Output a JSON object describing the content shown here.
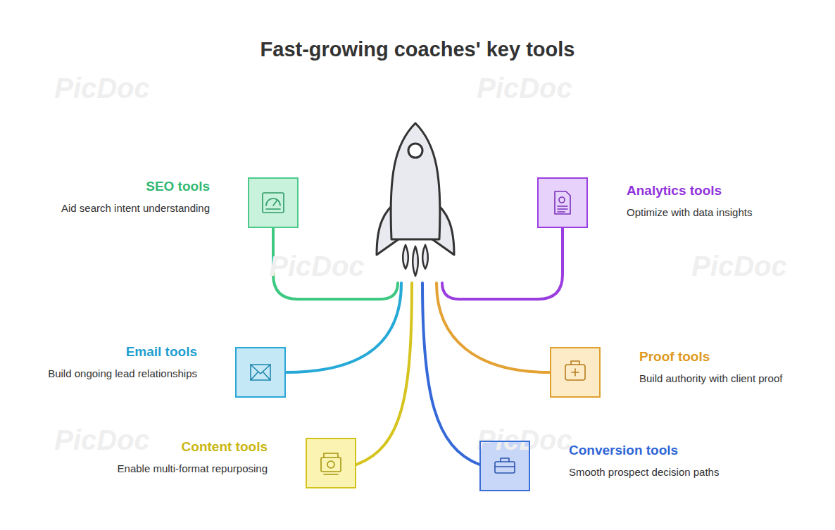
{
  "diagram": {
    "title": "Fast-growing coaches' key tools",
    "nodes": [
      {
        "text": [
          "SEO tools",
          "Aid search intent understanding"
        ]
      },
      {
        "text": [
          "Analytics tools",
          "Optimize with data insights"
        ]
      },
      {
        "text": [
          "Email tools",
          "Build ongoing lead relationships"
        ]
      },
      {
        "text": [
          "Proof tools",
          "Build authority with client proof"
        ]
      },
      {
        "text": [
          "Content tools",
          "Enable multi-format repurposing"
        ]
      },
      {
        "text": [
          "Conversion tools",
          "Smooth prospect decision paths"
        ]
      }
    ],
    "labels": [
      "PicDoc",
      "PicDoc",
      "PicDoc",
      "PicDoc",
      "PicDoc",
      "PicDoc"
    ]
  }
}
